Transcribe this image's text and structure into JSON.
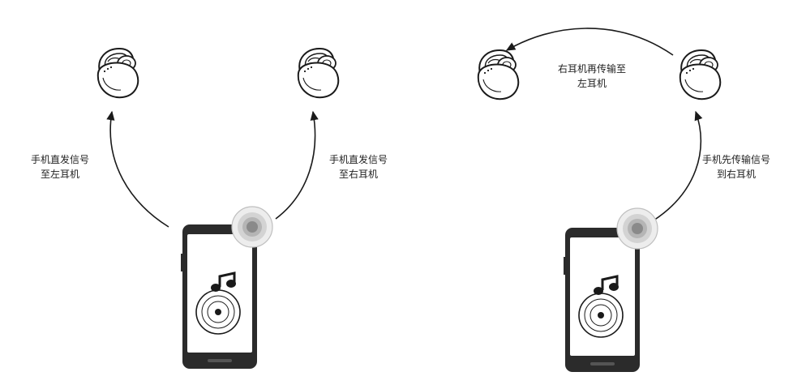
{
  "panels": [
    {
      "labels": {
        "left": [
          "手机直发信号",
          "至左耳机"
        ],
        "right": [
          "手机直发信号",
          "至右耳机"
        ]
      }
    },
    {
      "labels": {
        "top": [
          "右耳机再传输至",
          "左耳机"
        ],
        "right": [
          "手机先传输信号",
          "到右耳机"
        ]
      }
    }
  ],
  "colors": {
    "stroke": "#1a1a1a",
    "phone_body": "#2b2b2b",
    "screen": "#ffffff",
    "signal_dark": "#8a8a8a",
    "signal_light": "#d9d9d9"
  },
  "icons": [
    "earbud-icon",
    "smartphone-icon",
    "music-disc-icon",
    "music-note-icon",
    "signal-emitter-icon"
  ]
}
